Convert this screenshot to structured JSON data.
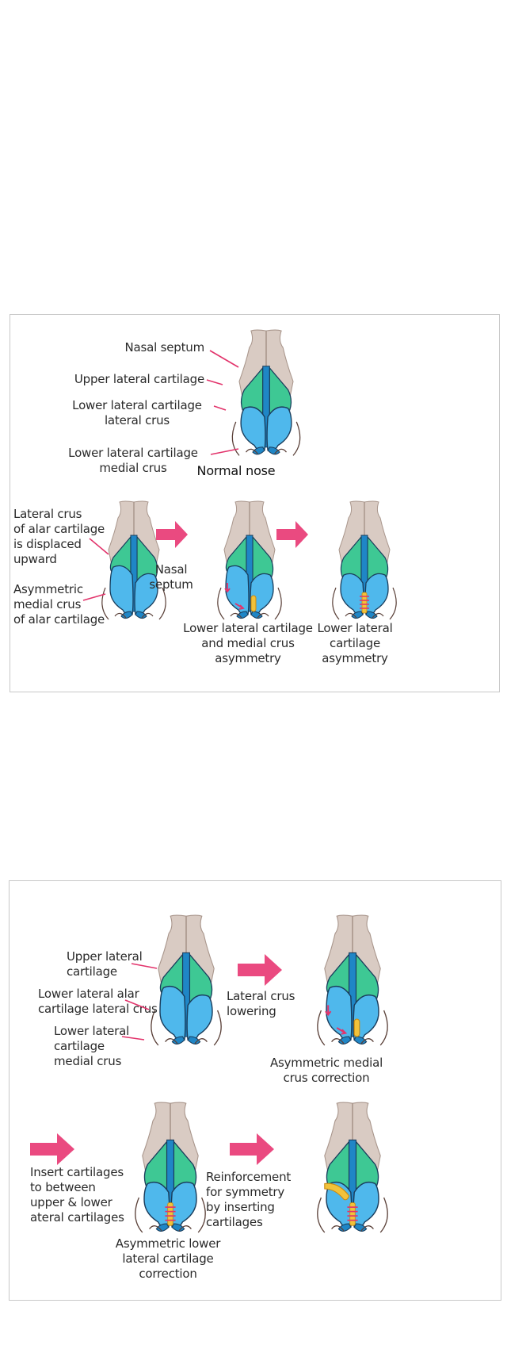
{
  "colors": {
    "skin": "#d9cbc3",
    "skin_dark": "#a9968c",
    "upper_cartilage": "#3ec894",
    "lower_cartilage": "#4fb8ec",
    "septum": "#1f86c6",
    "outline": "#1a3d5c",
    "leader_line": "#e2336b",
    "arrow": "#ea4a80",
    "graft": "#f2c23a",
    "panel_border": "#c8c8c8"
  },
  "panel1": {
    "normal": {
      "labels": {
        "nasal_septum": "Nasal septum",
        "upper_lateral_cartilage": "Upper lateral cartilage",
        "lower_lateral_crus": "Lower lateral cartilage\nlateral crus",
        "lower_medial_crus": "Lower lateral cartilage\nmedial crus"
      },
      "caption": "Normal nose"
    },
    "asymmetric": {
      "labels": {
        "displaced": "Lateral crus\nof alar cartilage\nis displaced\nupward",
        "asym_medial": "Asymmetric\nmedial crus\nof alar cartilage"
      }
    },
    "arrow1_label": "Nasal\nseptum",
    "caption2": "Lower lateral cartilage\nand medial crus\nasymmetry",
    "caption3": "Lower lateral\ncartilage\nasymmetry"
  },
  "panel2": {
    "step1": {
      "labels": {
        "upper": "Upper lateral\ncartilage",
        "lower_lateral": "Lower lateral alar\ncartilage lateral crus",
        "lower_medial": "Lower lateral\ncartilage\nmedial crus"
      }
    },
    "step2": {
      "label": "Lateral crus\nlowering",
      "caption": "Asymmetric medial\ncrus correction"
    },
    "step3": {
      "arrow_label": "Insert cartilages\nto between\nupper & lower\nateral cartilages",
      "caption": "Asymmetric lower\nlateral cartilage\ncorrection"
    },
    "step4": {
      "arrow_label": "Reinforcement\nfor symmetry\nby inserting\ncartilages"
    }
  }
}
